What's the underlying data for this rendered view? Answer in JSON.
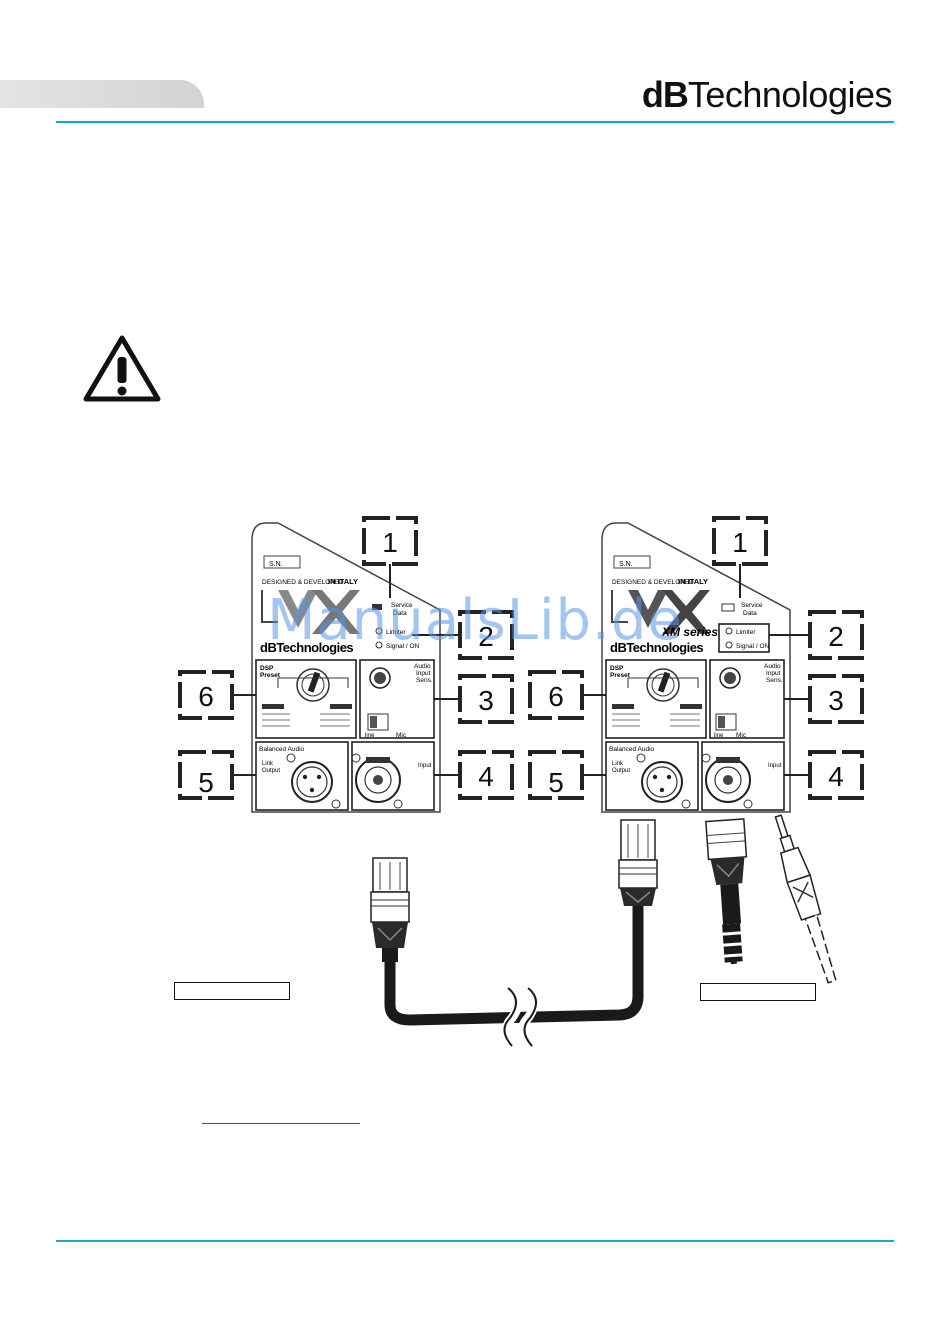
{
  "header": {
    "brand_bold": "dB",
    "brand_light": "Technologies"
  },
  "callouts": [
    "1",
    "2",
    "3",
    "4",
    "5",
    "6"
  ],
  "panel_left": {
    "sn": "S.N.",
    "designed": "DESIGNED & DEVELOPED",
    "in_italy": "IN ITALY",
    "service_data": [
      "Service",
      "Data"
    ],
    "limiter": "Limiter",
    "signal_on": "Signal / ON",
    "brand": "dBTechnologies",
    "dsp_preset": [
      "DSP",
      "Preset"
    ],
    "audio_input_sens": [
      "Audio",
      "Input",
      "Sens."
    ],
    "line": "line",
    "mic": "Mic",
    "balanced_audio": "Balanced Audio",
    "link_output": [
      "Link",
      "Output"
    ],
    "input": "Input"
  },
  "panel_right": {
    "sn": "S.N.",
    "designed": "DESIGNED & DEVELOPED",
    "in_italy": "IN ITALY",
    "service_data": [
      "Service",
      "Data"
    ],
    "limiter": "Limiter",
    "signal_on": "Signal / ON",
    "series": "XM series",
    "brand": "dBTechnologies",
    "dsp_preset": [
      "DSP",
      "Preset"
    ],
    "audio_input_sens": [
      "Audio",
      "Input",
      "Sens."
    ],
    "line": "line",
    "mic": "Mic",
    "balanced_audio": "Balanced Audio",
    "link_output": [
      "Link",
      "Output"
    ],
    "input": "Input"
  },
  "watermark": "ManualsLib.de",
  "colors": {
    "accent_rule": "#1fa6cf",
    "watermark": "#5a96e6",
    "link": "#1f4fd6"
  },
  "icons": {
    "warning": "warning-triangle-icon"
  }
}
